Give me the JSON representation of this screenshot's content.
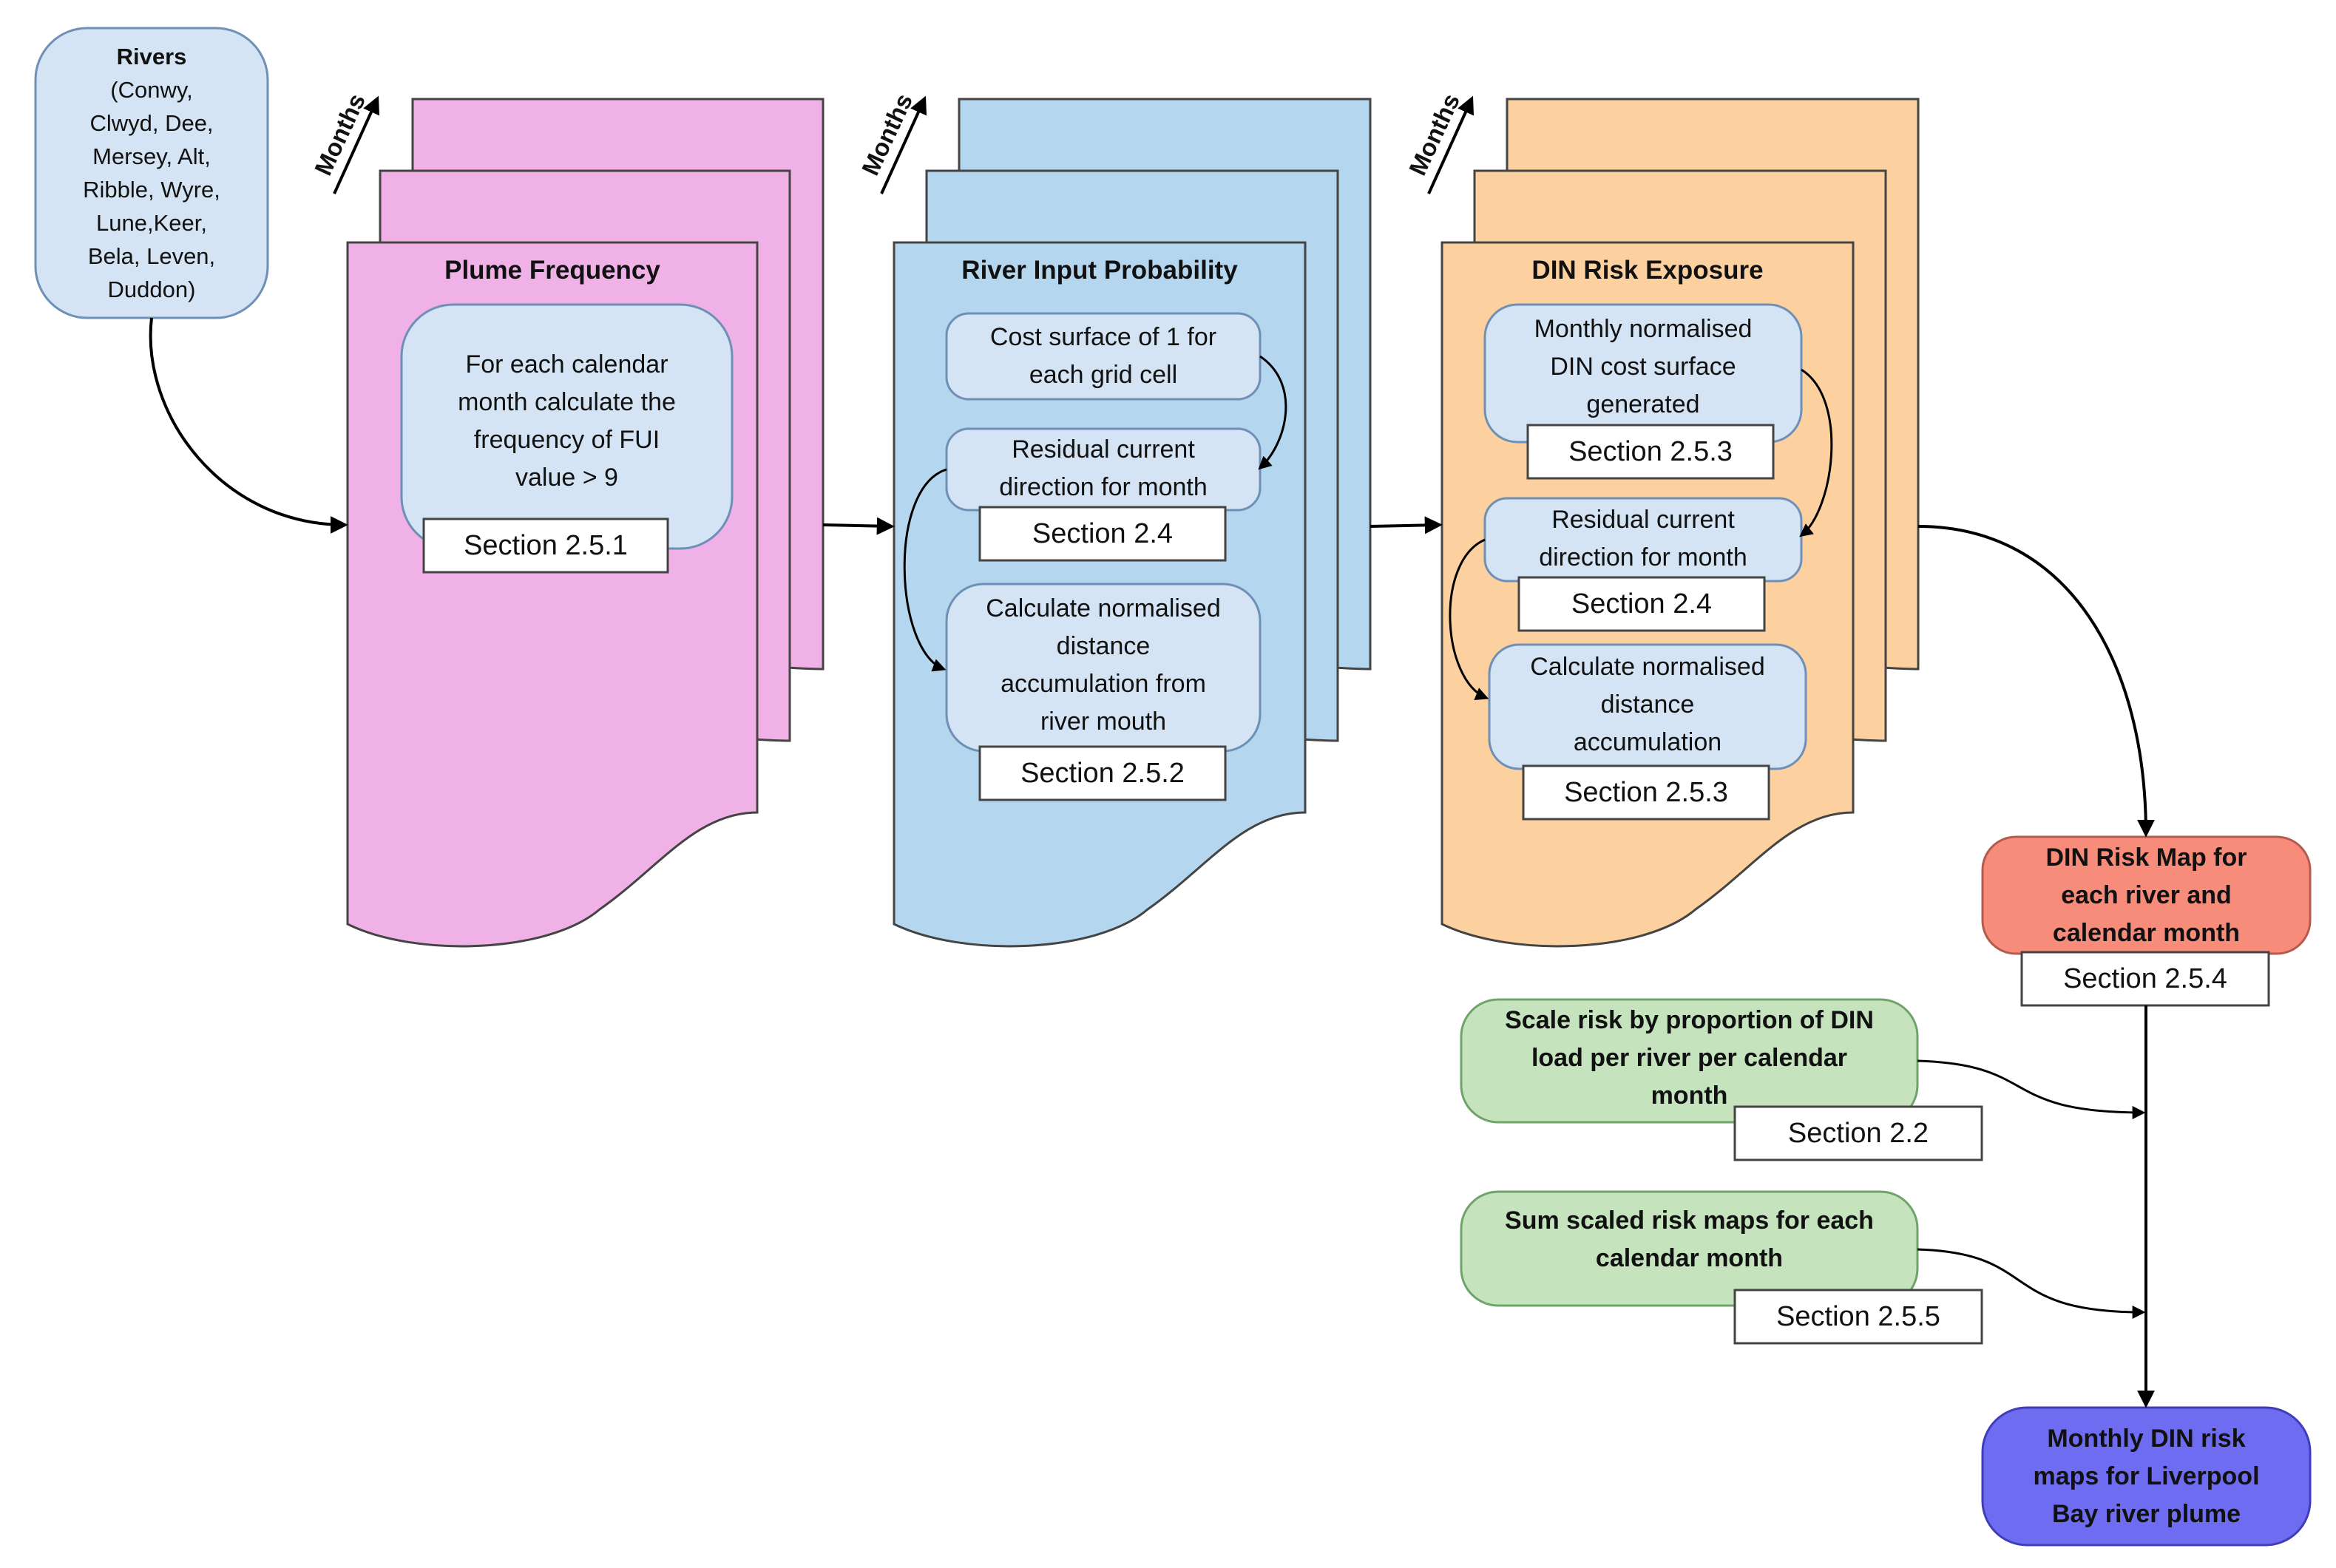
{
  "colors": {
    "plume": "#efb1e6",
    "river_input": "#b4d6ee",
    "din_exposure": "#fdd19f",
    "subbox": "#d5e4f4",
    "risk_map": "#f78c7b",
    "scale_box": "#c5e4be",
    "output": "#6e6cf0",
    "input": "#d5e4f4"
  },
  "rivers": {
    "title": "Rivers",
    "list": "(Conwy,\nClwyd, Dee,\nMersey, Alt,\nRibble, Wyre,\nLune,Keer,\nBela, Leven,\nDuddon)"
  },
  "months_label": "Months",
  "stages": [
    {
      "title": "Plume Frequency",
      "steps": [
        {
          "text": "For each calendar\nmonth calculate the\nfrequency of FUI\nvalue > 9",
          "section": "Section 2.5.1"
        }
      ]
    },
    {
      "title": "River Input Probability",
      "steps": [
        {
          "text": "Cost surface of 1 for\neach grid cell",
          "section": ""
        },
        {
          "text": "Residual current\ndirection for month",
          "section": "Section 2.4"
        },
        {
          "text": "Calculate normalised\ndistance\naccumulation from\nriver mouth",
          "section": "Section 2.5.2"
        }
      ]
    },
    {
      "title": "DIN Risk Exposure",
      "steps": [
        {
          "text": "Monthly normalised\nDIN cost surface\ngenerated",
          "section": "Section 2.5.3"
        },
        {
          "text": "Residual current\ndirection for month",
          "section": "Section 2.4"
        },
        {
          "text": "Calculate normalised\ndistance\naccumulation",
          "section": "Section 2.5.3"
        }
      ]
    }
  ],
  "risk_map": {
    "text": "DIN Risk Map for\neach river and\ncalendar month",
    "section": "Section 2.5.4"
  },
  "scale_risk": {
    "text": "Scale risk by proportion  of DIN\nload per river per calendar\nmonth",
    "section": "Section 2.2"
  },
  "sum_maps": {
    "text": "Sum scaled risk maps for each\ncalendar month",
    "section": "Section 2.5.5"
  },
  "output": {
    "text": "Monthly DIN risk\nmaps for Liverpool\nBay river plume"
  }
}
